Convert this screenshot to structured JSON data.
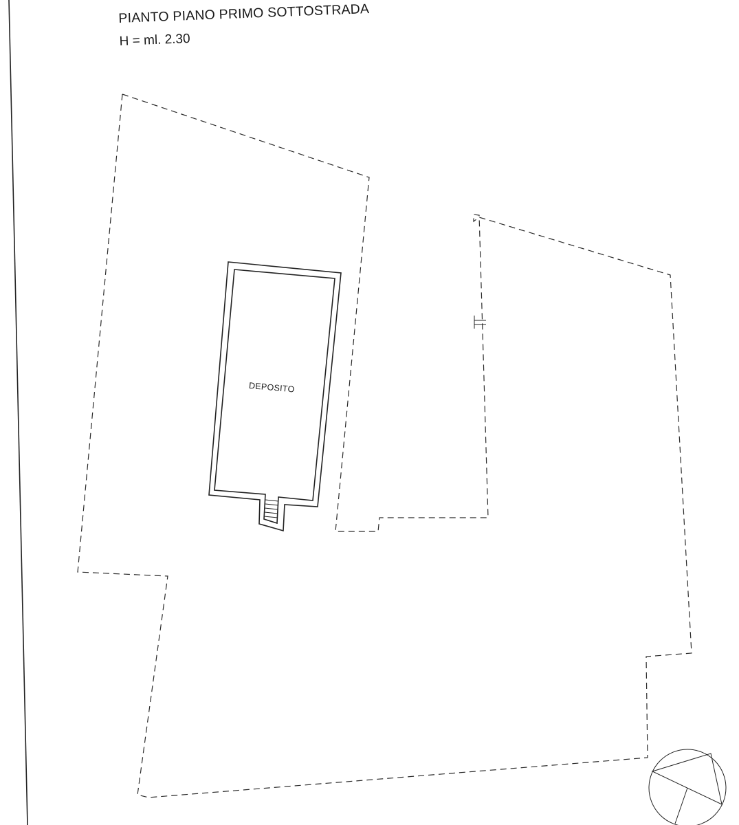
{
  "drawing": {
    "title": "PIANTO PIANO PRIMO SOTTOSTRADA",
    "height_note": "H = ml. 2.30"
  },
  "rooms": [
    {
      "label": "DEPOSITO"
    }
  ],
  "colors": {
    "paper": "#ffffff",
    "ink": "#222222"
  }
}
